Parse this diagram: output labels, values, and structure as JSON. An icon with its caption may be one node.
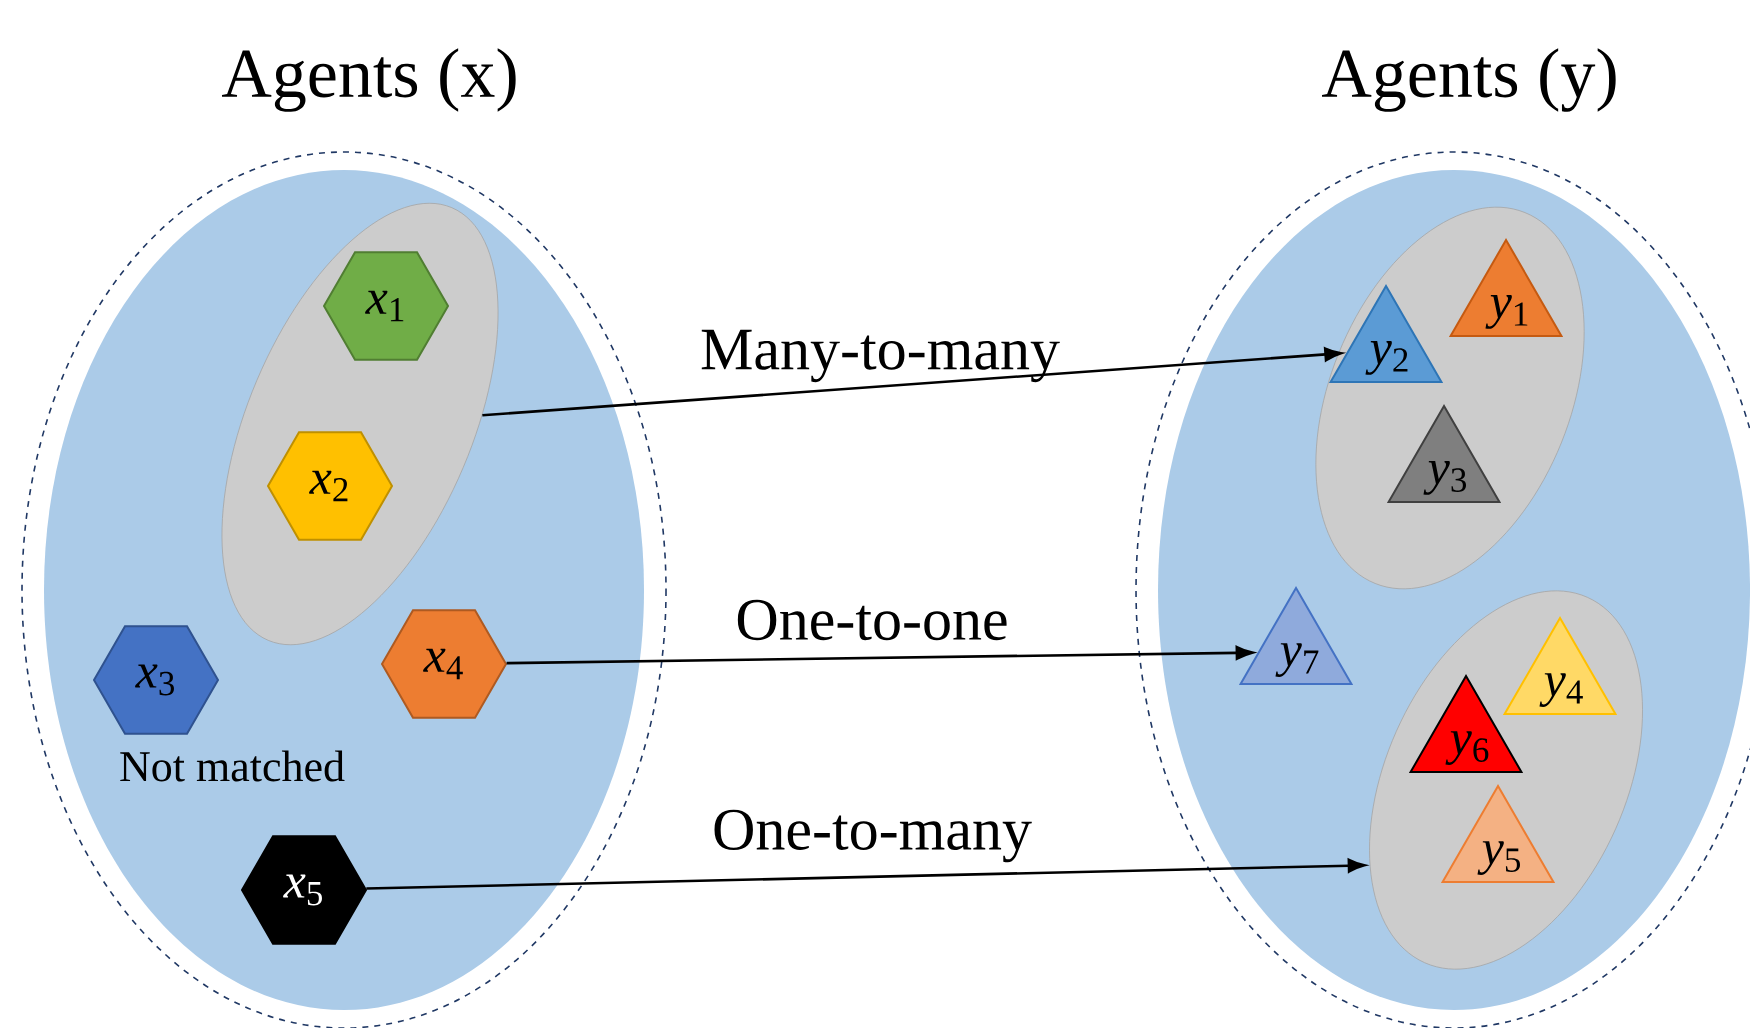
{
  "diagram": {
    "nodes": [
      {
        "text": [
          "Agents (x)"
        ]
      },
      {
        "text": [],
        "shape": "ellipse",
        "in": 0
      },
      {
        "text": [
          "*x*$_{1}$"
        ],
        "in": 1
      },
      {
        "text": [
          "*x*$_{2}$"
        ],
        "in": 1
      },
      {
        "text": [
          "*x*$_{3}$"
        ],
        "in": 0,
        "beside": [
          "Not matched"
        ]
      },
      {
        "text": [
          "*x*$_{4}$"
        ],
        "in": 0
      },
      {
        "text": [
          "*x*$_{5}$"
        ],
        "in": 0
      },
      {
        "text": [
          "Agents (y)"
        ]
      },
      {
        "text": [],
        "shape": "ellipse",
        "in": 7
      },
      {
        "text": [
          "*y*$_{1}$"
        ],
        "in": 8
      },
      {
        "text": [
          "*y*$_{2}$"
        ],
        "in": 8
      },
      {
        "text": [
          "*y*$_{3}$"
        ],
        "in": 8
      },
      {
        "text": [
          "*y*$_{7}$"
        ],
        "in": 7
      },
      {
        "text": [],
        "shape": "ellipse",
        "in": 7
      },
      {
        "text": [
          "*y*$_{4}$"
        ],
        "in": 13
      },
      {
        "text": [
          "*y*$_{6}$"
        ],
        "in": 13
      },
      {
        "text": [
          "*y*$_{5}$"
        ],
        "in": 13
      }
    ],
    "edges": [
      {
        "from": 1,
        "to": 10,
        "arrow": "to",
        "label": "Many-to-many"
      },
      {
        "from": 5,
        "to": 12,
        "arrow": "to",
        "label": "One-to-one"
      },
      {
        "from": 6,
        "to": 13,
        "arrow": "to",
        "label": "One-to-many"
      }
    ]
  }
}
